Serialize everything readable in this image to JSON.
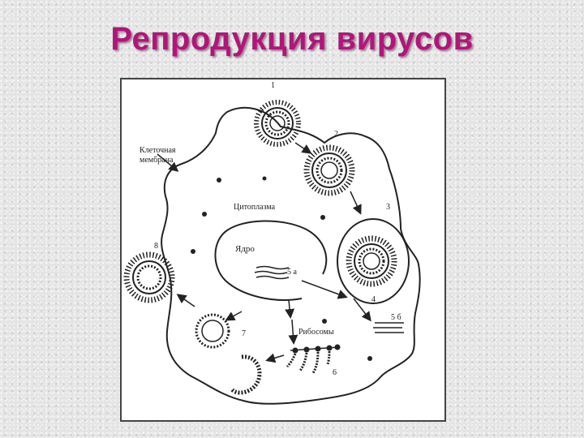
{
  "slide": {
    "title": "Репродукция вирусов"
  },
  "diagram": {
    "labels": {
      "cell_membrane_line1": "Клеточная",
      "cell_membrane_line2": "мембрана",
      "cytoplasm": "Цитоплазма",
      "nucleus": "Ядро",
      "ribosomes": "Рибосомы",
      "step_1": "1",
      "step_2": "2",
      "step_3": "3",
      "step_4": "4",
      "step_5a": "5 а",
      "step_5b": "5 б",
      "step_6": "6",
      "step_7": "7",
      "step_8": "8"
    }
  }
}
